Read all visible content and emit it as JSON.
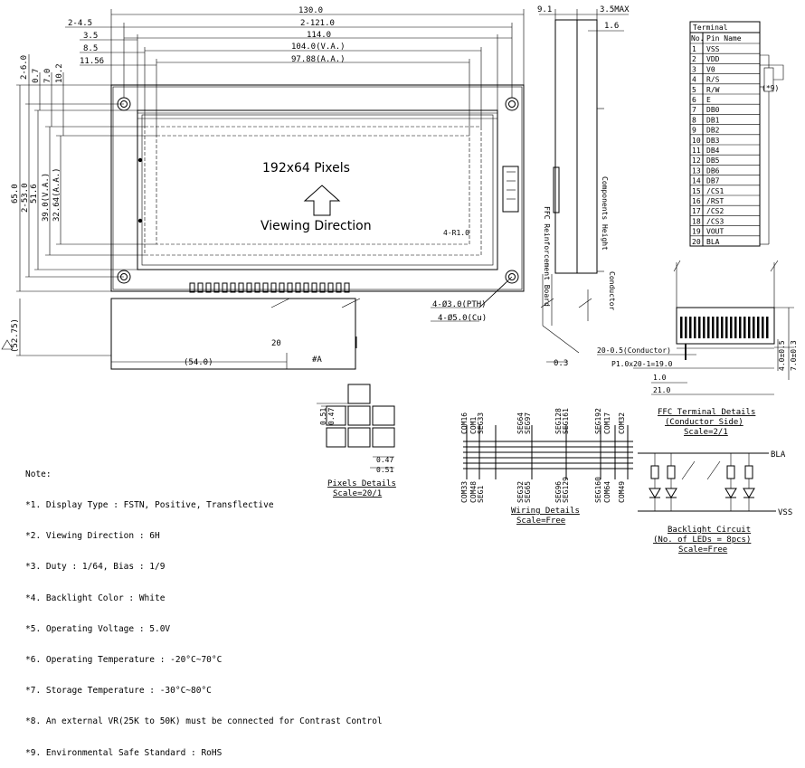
{
  "dims": {
    "top": [
      "130.0",
      "2-121.0",
      "114.0",
      "104.0(V.A.)",
      "97.88(A.A.)"
    ],
    "top_left": [
      "2-4.5",
      "3.5",
      "8.5",
      "11.56"
    ],
    "left_vertical": [
      "2-6.0",
      "0.7",
      "7.0",
      "10.2"
    ],
    "side_vertical": [
      "65.0",
      "2-53.0",
      "51.6",
      "39.0(V.A.)",
      "32.64(A.A.)"
    ],
    "side_top": [
      "9.1",
      "3.5MAX",
      "1.6"
    ],
    "bottom": [
      "(52.75)",
      "20",
      "(54.0)",
      "#A"
    ],
    "holes": [
      "4-Ø3.0(PTH)",
      "4-Ø5.0(Cu)",
      "4-R1.0"
    ],
    "ffc": [
      "20-0.5(Conductor)",
      "P1.0x20-1=19.0",
      "1.0",
      "21.0",
      "0.3",
      "4.0±0.5",
      "7.0±0.3"
    ]
  },
  "display": {
    "pixels": "192x64 Pixels",
    "direction": "Viewing Direction"
  },
  "side_labels": {
    "ffc_board": "FFC Reinforcement Board",
    "comp_height": "Components Height",
    "conductor": "Conductor"
  },
  "terminal": {
    "title": "Terminal",
    "col_no": "No.",
    "col_pin": "Pin Name",
    "vr_label": "(*9)",
    "rows": [
      [
        "1",
        "VSS"
      ],
      [
        "2",
        "VDD"
      ],
      [
        "3",
        "V0"
      ],
      [
        "4",
        "R/S"
      ],
      [
        "5",
        "R/W"
      ],
      [
        "6",
        "E"
      ],
      [
        "7",
        "DB0"
      ],
      [
        "8",
        "DB1"
      ],
      [
        "9",
        "DB2"
      ],
      [
        "10",
        "DB3"
      ],
      [
        "11",
        "DB4"
      ],
      [
        "12",
        "DB5"
      ],
      [
        "13",
        "DB6"
      ],
      [
        "14",
        "DB7"
      ],
      [
        "15",
        "/CS1"
      ],
      [
        "16",
        "/RST"
      ],
      [
        "17",
        "/CS2"
      ],
      [
        "18",
        "/CS3"
      ],
      [
        "19",
        "VOUT"
      ],
      [
        "20",
        "BLA"
      ]
    ]
  },
  "pixel_details": {
    "title": "Pixels Details",
    "scale": "Scale=20/1",
    "d1": "0.51",
    "d2": "0.47",
    "d3": "0.51",
    "d4": "0.47"
  },
  "wiring": {
    "title": "Wiring Details",
    "scale": "Scale=Free",
    "top_labels": [
      "COM16",
      "COM1",
      "SEG33",
      "SEG64",
      "SEG97",
      "SEG128",
      "SEG161",
      "SEG192",
      "COM17",
      "COM32"
    ],
    "bottom_labels": [
      "COM33",
      "COM48",
      "SEG1",
      "SEG32",
      "SEG65",
      "SEG96",
      "SEG129",
      "SEG160",
      "COM64",
      "COM49"
    ]
  },
  "ffc_details": {
    "title": "FFC Terminal Details",
    "sub": "(Conductor Side)",
    "scale": "Scale=2/1"
  },
  "backlight": {
    "title": "Backlight Circuit",
    "sub": "(No. of LEDs = 8pcs)",
    "scale": "Scale=Free",
    "bla": "BLA",
    "vss": "VSS"
  },
  "notes": {
    "title": "Note:",
    "lines": [
      "*1. Display Type : FSTN, Positive, Transflective",
      "*2. Viewing Direction : 6H",
      "*3. Duty : 1/64, Bias : 1/9",
      "*4. Backlight Color : White",
      "*5. Operating Voltage : 5.0V",
      "*6. Operating Temperature : -20°C~70°C",
      "*7. Storage Temperature : -30°C~80°C",
      "*8. An external VR(25K to 50K) must be connected for Contrast Control",
      "*9. Environmental Safe Standard : RoHS"
    ]
  }
}
